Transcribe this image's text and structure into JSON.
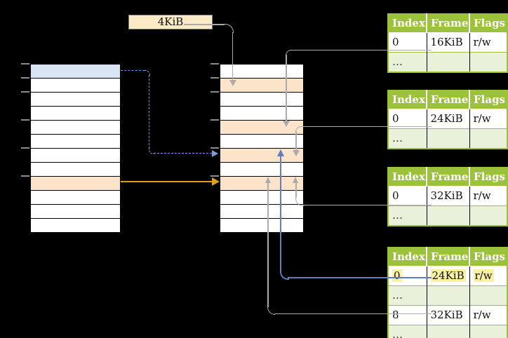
{
  "size_label": {
    "text": "4KiB"
  },
  "colors": {
    "background": "#000000",
    "blue_page_row": "#D9E4F5",
    "orange_page_row": "#FCE4CB",
    "label_box_fill": "#FCE9C6",
    "table_header_green": "#9CC23C",
    "table_alt_row_green": "#EAF1DB",
    "highlight_yellow": "#FBF2A0",
    "gray_connector": "#ABABAB",
    "blue_connector": "#5E7EC0",
    "blue_dashed_connector": "#7E9CD2",
    "orange_arrow": "#DFA018",
    "tick_gray": "#8C8C8C"
  },
  "virtual_memory_column": {
    "row_count": 12,
    "row_fills": [
      "blue",
      "white",
      "white",
      "white",
      "white",
      "white",
      "white",
      "white",
      "orange",
      "white",
      "white",
      "white"
    ],
    "tick_rows": [
      0,
      1,
      2,
      4,
      6,
      8
    ]
  },
  "physical_memory_column": {
    "row_count": 12,
    "row_fills": [
      "white",
      "orange",
      "white",
      "white",
      "orange",
      "white",
      "orange",
      "white",
      "orange",
      "white",
      "white",
      "white"
    ],
    "tick_rows": [
      0,
      1,
      2,
      4,
      6,
      8
    ]
  },
  "page_tables": [
    {
      "headers": [
        "Index",
        "Frame",
        "Flags"
      ],
      "rows": [
        {
          "cells": [
            "0",
            "16KiB",
            "r/w"
          ]
        },
        {
          "cells": [
            "…",
            "",
            ""
          ]
        }
      ]
    },
    {
      "headers": [
        "Index",
        "Frame",
        "Flags"
      ],
      "rows": [
        {
          "cells": [
            "0",
            "24KiB",
            "r/w"
          ]
        },
        {
          "cells": [
            "…",
            "",
            ""
          ]
        }
      ]
    },
    {
      "headers": [
        "Index",
        "Frame",
        "Flags"
      ],
      "rows": [
        {
          "cells": [
            "0",
            "32KiB",
            "r/w"
          ]
        },
        {
          "cells": [
            "…",
            "",
            ""
          ]
        }
      ]
    },
    {
      "headers": [
        "Index",
        "Frame",
        "Flags"
      ],
      "rows": [
        {
          "cells": [
            "0",
            "24KiB",
            "r/w"
          ],
          "highlighted": true
        },
        {
          "cells": [
            "…",
            "",
            ""
          ]
        },
        {
          "cells": [
            "8",
            "32KiB",
            "r/w"
          ]
        },
        {
          "cells": [
            "…",
            "",
            ""
          ]
        }
      ]
    }
  ]
}
